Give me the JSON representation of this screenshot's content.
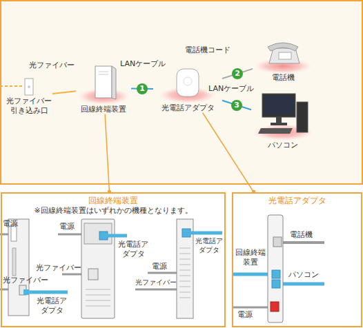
{
  "diagram": {
    "nodes": [
      {
        "text": [
          "光ファイバー引き込み口"
        ]
      },
      {
        "text": [
          "回線終端装置"
        ]
      },
      {
        "text": [
          "光電話アダプタ"
        ]
      },
      {
        "text": [
          "電話機"
        ]
      },
      {
        "text": [
          "パソコン"
        ]
      },
      {
        "text": [
          "回線終端装置",
          "※回線終端装置はいずれかの機種となります。"
        ]
      },
      {
        "text": [
          "光電話アダプタ"
        ]
      }
    ],
    "edges": [
      {
        "from": 0,
        "to": 1,
        "arrow": "none",
        "label": "光ファイバー"
      },
      {
        "from": 1,
        "to": 2,
        "arrow": "none",
        "label": "LANケーブル"
      },
      {
        "from": 2,
        "to": 3,
        "arrow": "none",
        "label": "電話機コード"
      },
      {
        "from": 2,
        "to": 4,
        "arrow": "none",
        "label": "LANケーブル"
      },
      {
        "from": 1,
        "to": 5,
        "arrow": "none"
      },
      {
        "from": 2,
        "to": 6,
        "arrow": "none"
      }
    ],
    "labels": [
      "1",
      "2",
      "3",
      "電源",
      "光ファイバー",
      "光電話アダプタ",
      "電源",
      "光電話アダプタ",
      "光ファイバー",
      "光電話アダプタ",
      "電源",
      "光ファイバー",
      "電話機",
      "回線終端装置",
      "パソコン",
      "電源"
    ]
  }
}
